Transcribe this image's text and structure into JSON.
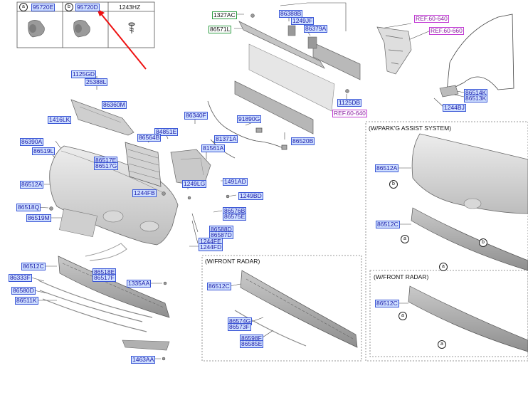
{
  "legend_table": {
    "a_letter": "a",
    "a_part": "95720E",
    "b_letter": "b",
    "b_part": "95720D",
    "c_part": "1243HZ"
  },
  "sections": {
    "park_assist": "(W/PARK'G ASSIST SYSTEM)",
    "front_radar_1": "(W/FRONT RADAR)",
    "front_radar_2": "(W/FRONT RADAR)"
  },
  "callouts": {
    "c1125gd": "1125GD",
    "c25388l": "25388L",
    "c86360m": "86360M",
    "c1416lk": "1416LK",
    "c86390a": "86390A",
    "c86519l": "86519L",
    "c86517e": "86517E",
    "c86517g": "86517G",
    "c86512a_main": "86512A",
    "c86518q": "86518Q",
    "c86519m": "86519M",
    "c86340f": "86340F",
    "c84851e": "84851E",
    "c86564b": "86564B",
    "c81371a": "81371A",
    "c81561a": "81561A",
    "c91890g": "91890G",
    "c86520b": "86520B",
    "c1244fb": "1244FB",
    "c1249lg": "1249LG",
    "c1491ad": "1491AD",
    "c1249bd": "1249BD",
    "c86576b": "86576B",
    "c86575e": "86575E",
    "c86588d": "86588D",
    "c86587d": "86587D",
    "c1244fe": "1244FE",
    "c1244fd": "1244FD",
    "c1327ac": "1327AC",
    "c86571l": "86571L",
    "c86388b": "86388B",
    "c1249jf": "1249JF",
    "c86379a": "86379A",
    "c1125db": "1125DB",
    "c86512c_main": "86512C",
    "c86333f": "86333F",
    "c86580d": "86580D",
    "c86511k": "86511K",
    "c86518e": "86518E",
    "c86517f": "86517F",
    "c1335aa": "1335AA",
    "c1463aa": "1463AA",
    "c86512c_radar": "86512C",
    "c86574g": "86574G",
    "c86573f": "86573F",
    "c86598f": "86598F",
    "c86585e": "86585E",
    "c86514k": "86514K",
    "c86513k": "86513K",
    "c1244bj": "1244BJ",
    "c86512a_park": "86512A",
    "c86512c_park": "86512C",
    "c86512c_radar2": "86512C"
  },
  "refs": {
    "r1": "REF.60-640",
    "r2": "REF.60-660",
    "r3": "REF.60-640"
  },
  "circles": {
    "a": "a",
    "b": "b"
  }
}
